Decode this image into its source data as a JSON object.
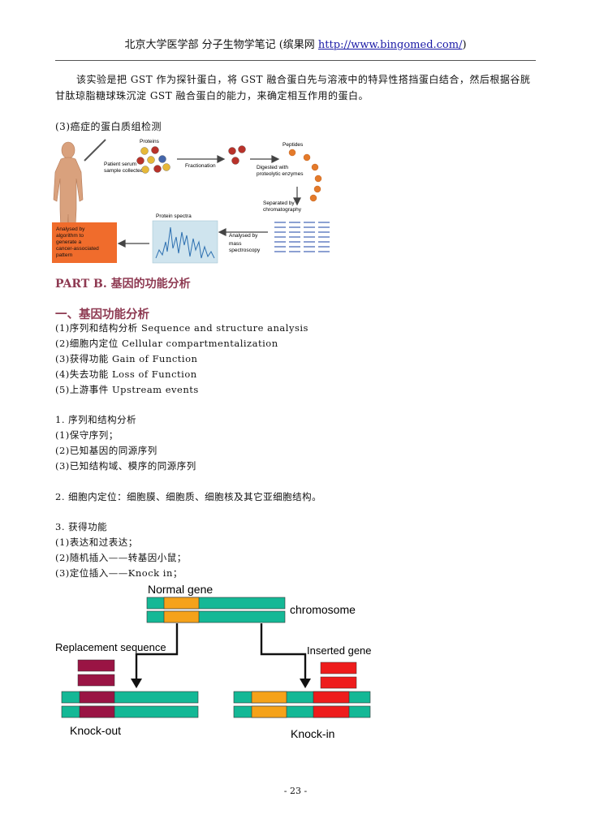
{
  "header": {
    "title": "北京大学医学部  分子生物学笔记  (缤果网  ",
    "url": "http://www.bingomed.com/",
    "close": ")"
  },
  "intro": {
    "line1": "该实验是把 GST 作为探针蛋白，将 GST 融合蛋白先与溶液中的特异性搭挡蛋白结合，然后根据谷胱",
    "line2": "甘肽琼脂糖球珠沉淀 GST 融合蛋白的能力，来确定相互作用的蛋白。"
  },
  "section3_title": "(3)癌症的蛋白质组检测",
  "proteomics_figure": {
    "proteins": "Proteins",
    "patient": [
      "Patient serum",
      "sample collected"
    ],
    "fractionation": "Fractionation",
    "peptides": "Peptides",
    "digested": [
      "Digested with",
      "proteolytic enzymes"
    ],
    "separated": [
      "Separated by",
      "chromatography"
    ],
    "analysed_mass": [
      "Analysed by",
      "mass",
      "spectroscopy"
    ],
    "protein_spectra": "Protein spectra",
    "algorithm_box": [
      "Analysed by",
      "algorithm to",
      "generate a",
      "cancer-associated",
      "pattern"
    ]
  },
  "part_b": "PART B.  基因的功能分析",
  "section_one": {
    "title": "一、基因功能分析",
    "items": [
      "(1)序列和结构分析 Sequence and structure analysis",
      "(2)细胞内定位 Cellular compartmentalization",
      "(3)获得功能 Gain of Function",
      "(4)失去功能 Loss of Function",
      "(5)上游事件 Upstream events"
    ]
  },
  "sub1": {
    "title": "1. 序列和结构分析",
    "items": [
      "(1)保守序列；",
      "(2)已知基因的同源序列",
      "(3)已知结构域、模序的同源序列"
    ]
  },
  "sub2": {
    "title": "2. 细胞内定位：细胞膜、细胞质、细胞核及其它亚细胞结构。"
  },
  "sub3": {
    "title": "3. 获得功能",
    "items": [
      "(1)表达和过表达；",
      "(2)随机插入——转基因小鼠；",
      "(3)定位插入——Knock in；"
    ]
  },
  "knock_figure": {
    "normal_gene": "Normal gene",
    "chromosome": "chromosome",
    "replacement": "Replacement sequence",
    "inserted": "Inserted gene",
    "knock_out": "Knock-out",
    "knock_in": "Knock-in",
    "colors": {
      "teal": "#14b896",
      "orange": "#f5a21a",
      "maroon": "#9a1444",
      "red": "#ee1c1c"
    }
  },
  "footer": {
    "page": "- 23 -"
  }
}
